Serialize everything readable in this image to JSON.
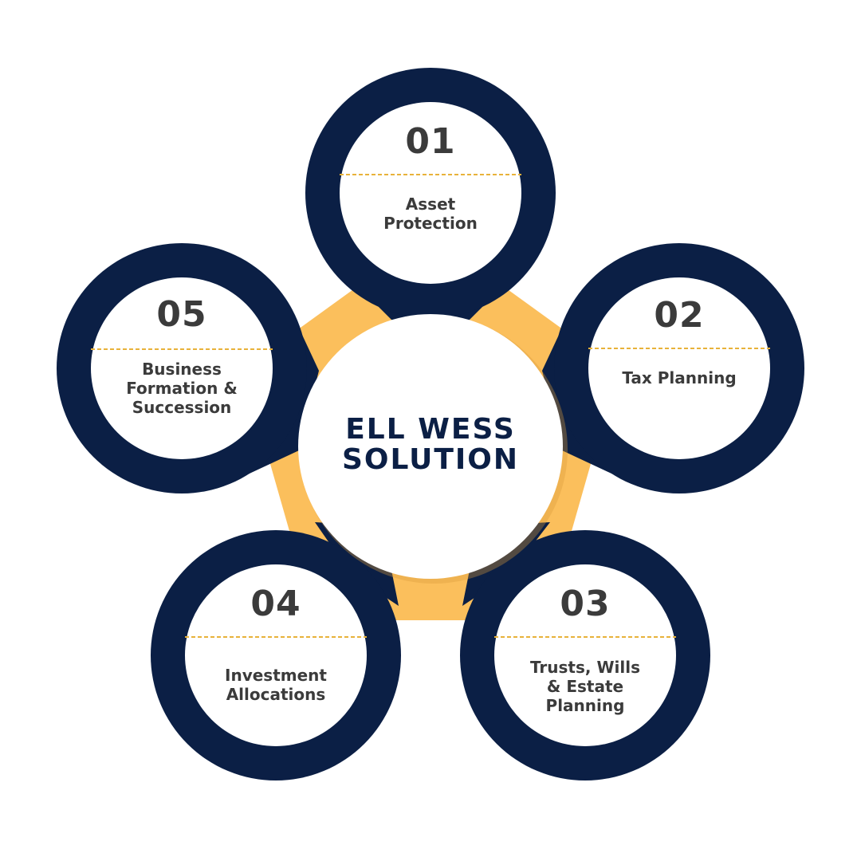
{
  "center": {
    "line1": "ELL WESS",
    "line2": "SOLUTION"
  },
  "nodes": [
    {
      "number": "01",
      "label": "Asset\nProtection"
    },
    {
      "number": "02",
      "label": "Tax Planning"
    },
    {
      "number": "03",
      "label": "Trusts, Wills\n& Estate\nPlanning"
    },
    {
      "number": "04",
      "label": "Investment\nAllocations"
    },
    {
      "number": "05",
      "label": "Business\nFormation &\nSuccession"
    }
  ],
  "colors": {
    "navy": "#0b1f45",
    "gold": "#fbbf5c",
    "divider": "#e8b23a",
    "text": "#3b3b3b",
    "white": "#ffffff"
  }
}
